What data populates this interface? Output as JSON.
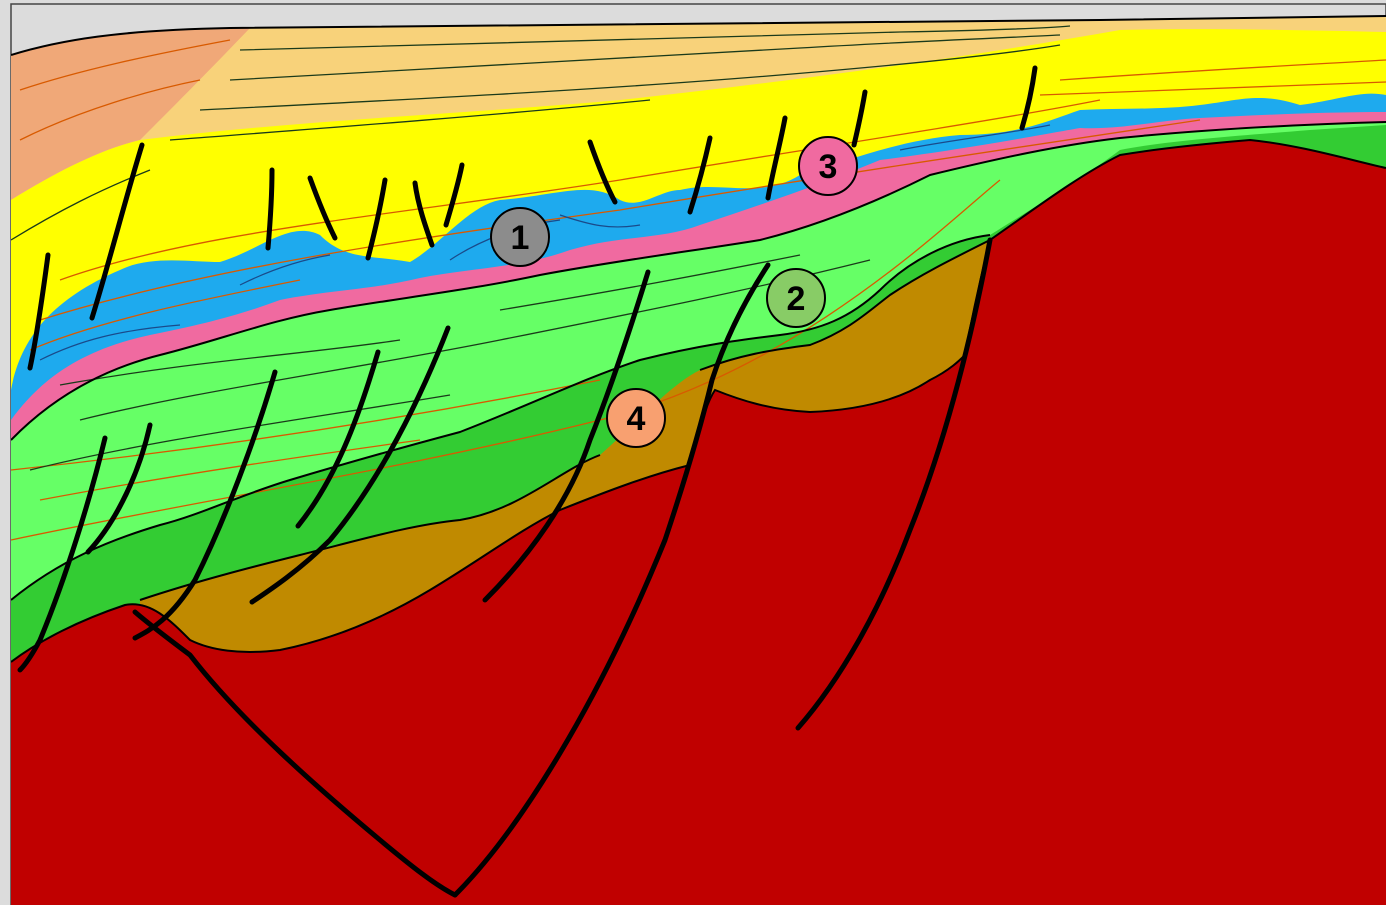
{
  "colors": {
    "background": "#dcdcdc",
    "basement": "#c00000",
    "synrift_brown": "#c08a00",
    "green_dark": "#33cc33",
    "green_light": "#66ff66",
    "salt_pink": "#f06aa0",
    "salt_blue": "#1eaaee",
    "yellow": "#ffff00",
    "tan": "#f8d27a",
    "orange_wedge": "#f0a878",
    "fault": "#000000",
    "horizon_red": "#d85a00",
    "horizon_dark": "#1a3a1a"
  },
  "markers": [
    {
      "label": "1",
      "fill": "#8c8c8c",
      "icon": "circle-marker"
    },
    {
      "label": "2",
      "fill": "#88cc66",
      "icon": "circle-marker"
    },
    {
      "label": "3",
      "fill": "#f06aa0",
      "icon": "circle-marker"
    },
    {
      "label": "4",
      "fill": "#f8a070",
      "icon": "circle-marker"
    }
  ]
}
